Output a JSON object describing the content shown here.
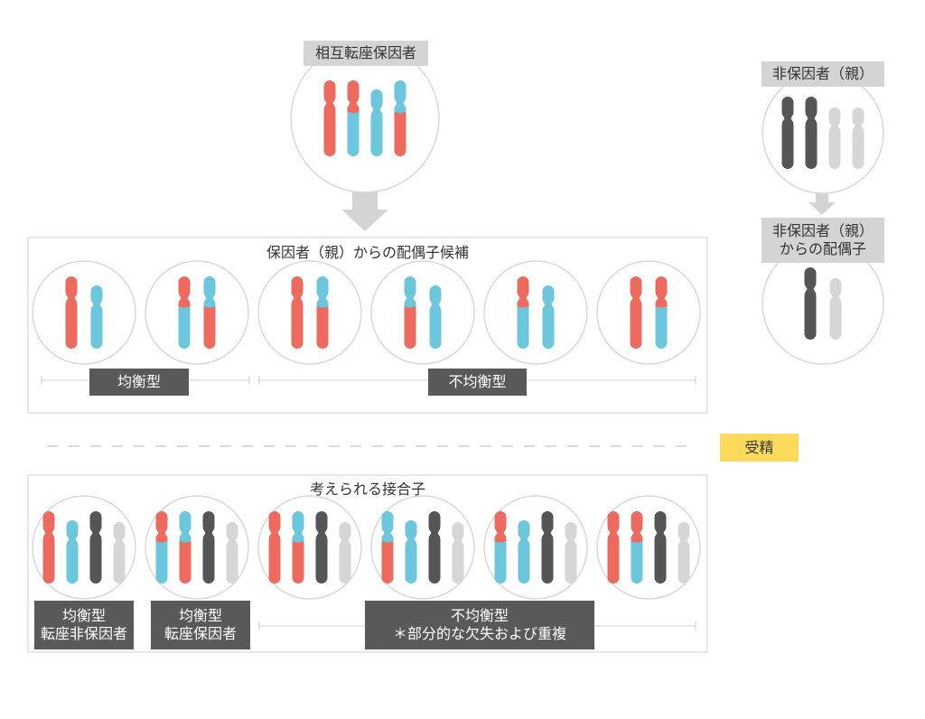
{
  "colors": {
    "translocated_red": "#ed6b5e",
    "normal_blue": "#6cc6dc",
    "parent_dark": "#555555",
    "parent_light": "#d6d6d6",
    "label_grey": "#d4d4d4",
    "label_dark": "#595959",
    "label_yellow": "#fad95b",
    "circle_stroke": "#d9d9d9",
    "arrow_grey": "#d4d4d4"
  },
  "carrier": {
    "title": "相互転座保因者",
    "chromosomes": [
      "red",
      "red-blue",
      "blue",
      "blue-red"
    ]
  },
  "noncarrier": {
    "title": "非保因者（親）",
    "chromosomes": [
      "dark",
      "dark",
      "light",
      "light"
    ],
    "gamete_title_line1": "非保因者（親）",
    "gamete_title_line2": "からの配偶子",
    "gamete_chromosomes": [
      "dark",
      "light"
    ]
  },
  "gametes": {
    "title": "保因者（親）からの配偶子候補",
    "items": [
      [
        "red",
        "blue"
      ],
      [
        "red-blue",
        "blue-red"
      ],
      [
        "red",
        "blue-red"
      ],
      [
        "blue-red",
        "blue"
      ],
      [
        "red-blue",
        "blue"
      ],
      [
        "red",
        "red-blue"
      ]
    ],
    "balanced_label": "均衡型",
    "unbalanced_label": "不均衡型"
  },
  "fertilization_label": "受精",
  "zygotes": {
    "title": "考えられる接合子",
    "items": [
      [
        "red",
        "blue",
        "dark",
        "light"
      ],
      [
        "red-blue",
        "blue-red",
        "dark",
        "light"
      ],
      [
        "red",
        "blue-red",
        "dark",
        "light"
      ],
      [
        "blue-red",
        "blue",
        "dark",
        "light"
      ],
      [
        "red-blue",
        "blue",
        "dark",
        "light"
      ],
      [
        "red",
        "red-blue",
        "dark",
        "light"
      ]
    ],
    "label_a_line1": "均衡型",
    "label_a_line2": "転座非保因者",
    "label_b_line1": "均衡型",
    "label_b_line2": "転座保因者",
    "label_c_line1": "不均衡型",
    "label_c_line2": "＊部分的な欠失および重複"
  }
}
